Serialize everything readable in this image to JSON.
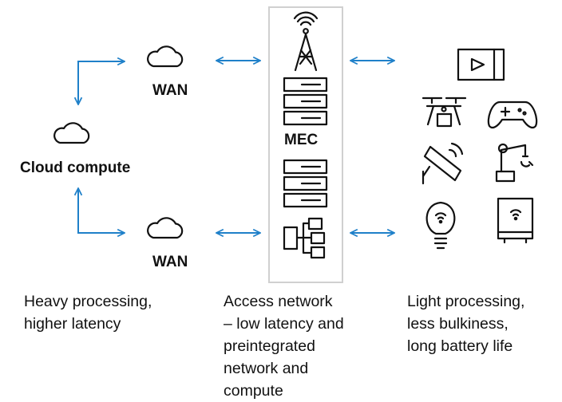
{
  "labels": {
    "wan_top": "WAN",
    "wan_bottom": "WAN",
    "cloud": "Cloud compute",
    "mec": "MEC"
  },
  "captions": {
    "left": [
      "Heavy processing,",
      "higher latency"
    ],
    "middle": [
      "Access network",
      "– low latency and",
      "preintegrated",
      "network and",
      "compute"
    ],
    "right": [
      "Light processing,",
      "less bulkiness,",
      "long battery life"
    ]
  },
  "colors": {
    "arrow": "#1f80c9",
    "icon": "#111111",
    "mec_border": "#d0d0d0"
  },
  "icons": [
    "cloud-icon",
    "antenna-tower-icon",
    "server-rack-icon",
    "network-switch-icon",
    "video-player-icon",
    "drone-icon",
    "gamepad-icon",
    "security-camera-icon",
    "robot-arm-icon",
    "smart-bulb-icon",
    "smart-appliance-icon"
  ]
}
